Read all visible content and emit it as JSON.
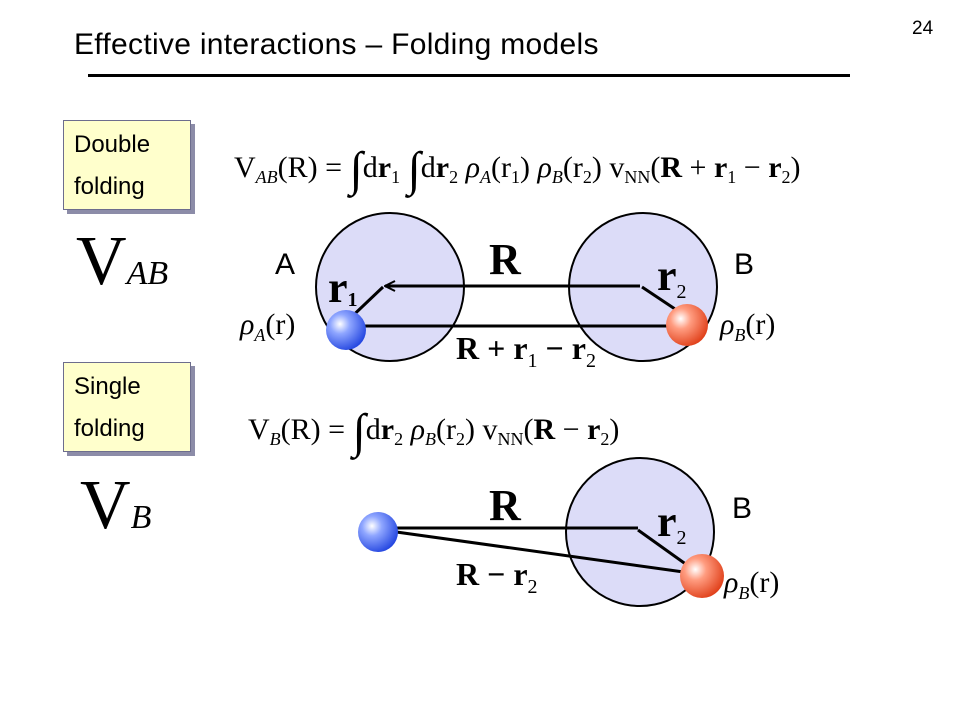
{
  "slide": {
    "number": "24",
    "title": "Effective interactions – Folding models"
  },
  "double_folding": {
    "label_line1": "Double",
    "label_line2": "folding",
    "symbol_main": "V",
    "symbol_sub": "AB",
    "equation": {
      "lhs_V": "V",
      "lhs_sub": "AB",
      "lhs_arg": "(R) =",
      "int1": "∫",
      "d1": "d",
      "r1": "r",
      "r1_sub": "1",
      "int2": "∫",
      "d2": "d",
      "r2": "r",
      "r2_sub": "2",
      "rhoA": "ρ",
      "rhoA_sub": "A",
      "rhoA_arg": "(r",
      "rhoA_arg_sub": "1",
      "rhoA_close": ")",
      "rhoB": "ρ",
      "rhoB_sub": "B",
      "rhoB_arg": "(r",
      "rhoB_arg_sub": "2",
      "rhoB_close": ")",
      "v": "v",
      "v_sub": "NN",
      "open": "(",
      "R": "R",
      "plus": " + ",
      "r1b": "r",
      "r1b_sub": "1",
      "minus": " − ",
      "r2b": "r",
      "r2b_sub": "2",
      "close": ")"
    },
    "nucleus_A": "A",
    "nucleus_B": "B",
    "vector_R": "R",
    "vector_r1": "r",
    "vector_r1_sub": "1",
    "vector_r2": "r",
    "vector_r2_sub": "2",
    "vector_sum": "R + r",
    "vector_sum_sub1": "1",
    "vector_sum_minus": " − r",
    "vector_sum_sub2": "2",
    "rhoA_label": "ρ",
    "rhoA_label_sub": "A",
    "rhoA_label_arg": "(r)",
    "rhoB_label": "ρ",
    "rhoB_label_sub": "B",
    "rhoB_label_arg": "(r)"
  },
  "single_folding": {
    "label_line1": "Single",
    "label_line2": "folding",
    "symbol_main": "V",
    "symbol_sub": "B",
    "equation": {
      "lhs_V": "V",
      "lhs_sub": "B",
      "lhs_arg": "(R) =",
      "int1": "∫",
      "d2": "d",
      "r2": "r",
      "r2_sub": "2",
      "rhoB": "ρ",
      "rhoB_sub": "B",
      "rhoB_arg": "(r",
      "rhoB_arg_sub": "2",
      "rhoB_close": ")",
      "v": "v",
      "v_sub": "NN",
      "open": "(",
      "R": "R",
      "minus": " − ",
      "r2b": "r",
      "r2b_sub": "2",
      "close": ")"
    },
    "nucleus_B": "B",
    "vector_R": "R",
    "vector_r2": "r",
    "vector_r2_sub": "2",
    "vector_diff": "R − r",
    "vector_diff_sub": "2",
    "rhoB_label": "ρ",
    "rhoB_label_sub": "B",
    "rhoB_label_arg": "(r)"
  },
  "colors": {
    "nucleus_fill": "#dcdcf8",
    "nucleon_A": "#3f63ee",
    "nucleon_B": "#ef5a30",
    "label_box": "#ffffcc"
  }
}
